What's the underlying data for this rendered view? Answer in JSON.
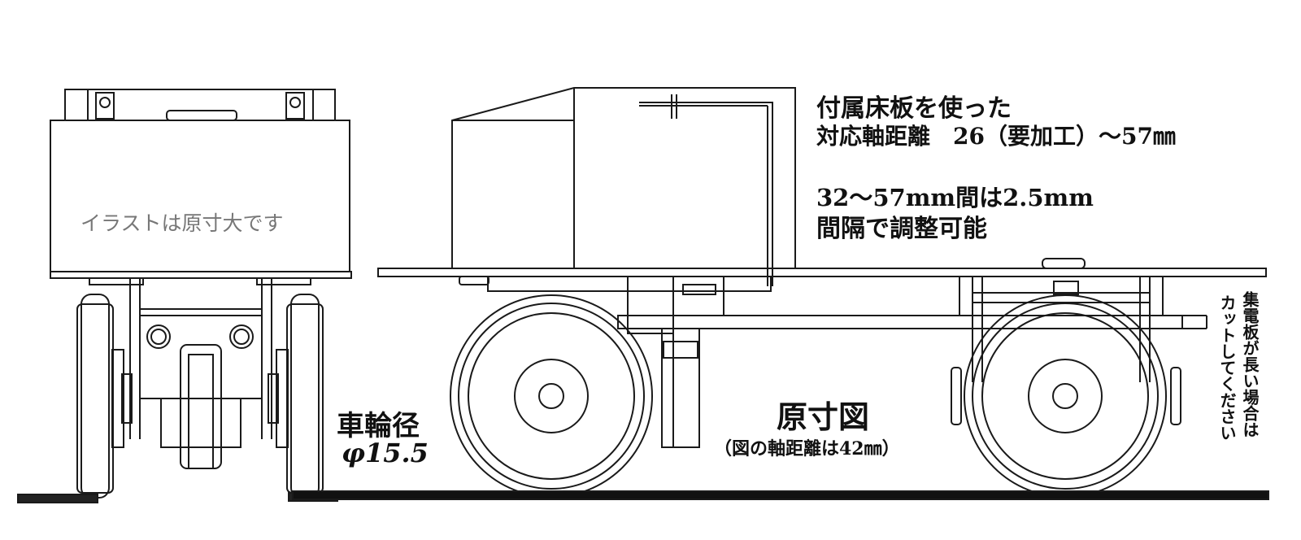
{
  "notes": {
    "floor_board_line1": "付属床板を使った",
    "floor_board_line2": "対応軸距離　26（要加工）～57㎜",
    "spacing_line1": "32～57mm間は2.5mm",
    "spacing_line2": "間隔で調整可能",
    "wheel_label_line1": "車輪径",
    "wheel_label_line2": "φ15.5",
    "scale_title": "原寸図",
    "scale_subtitle": "（図の軸距離は42㎜）",
    "collector_col1": "集電板が長い場合は",
    "collector_col2": "カットしてください",
    "illustration_note": "イラストは原寸大です"
  }
}
